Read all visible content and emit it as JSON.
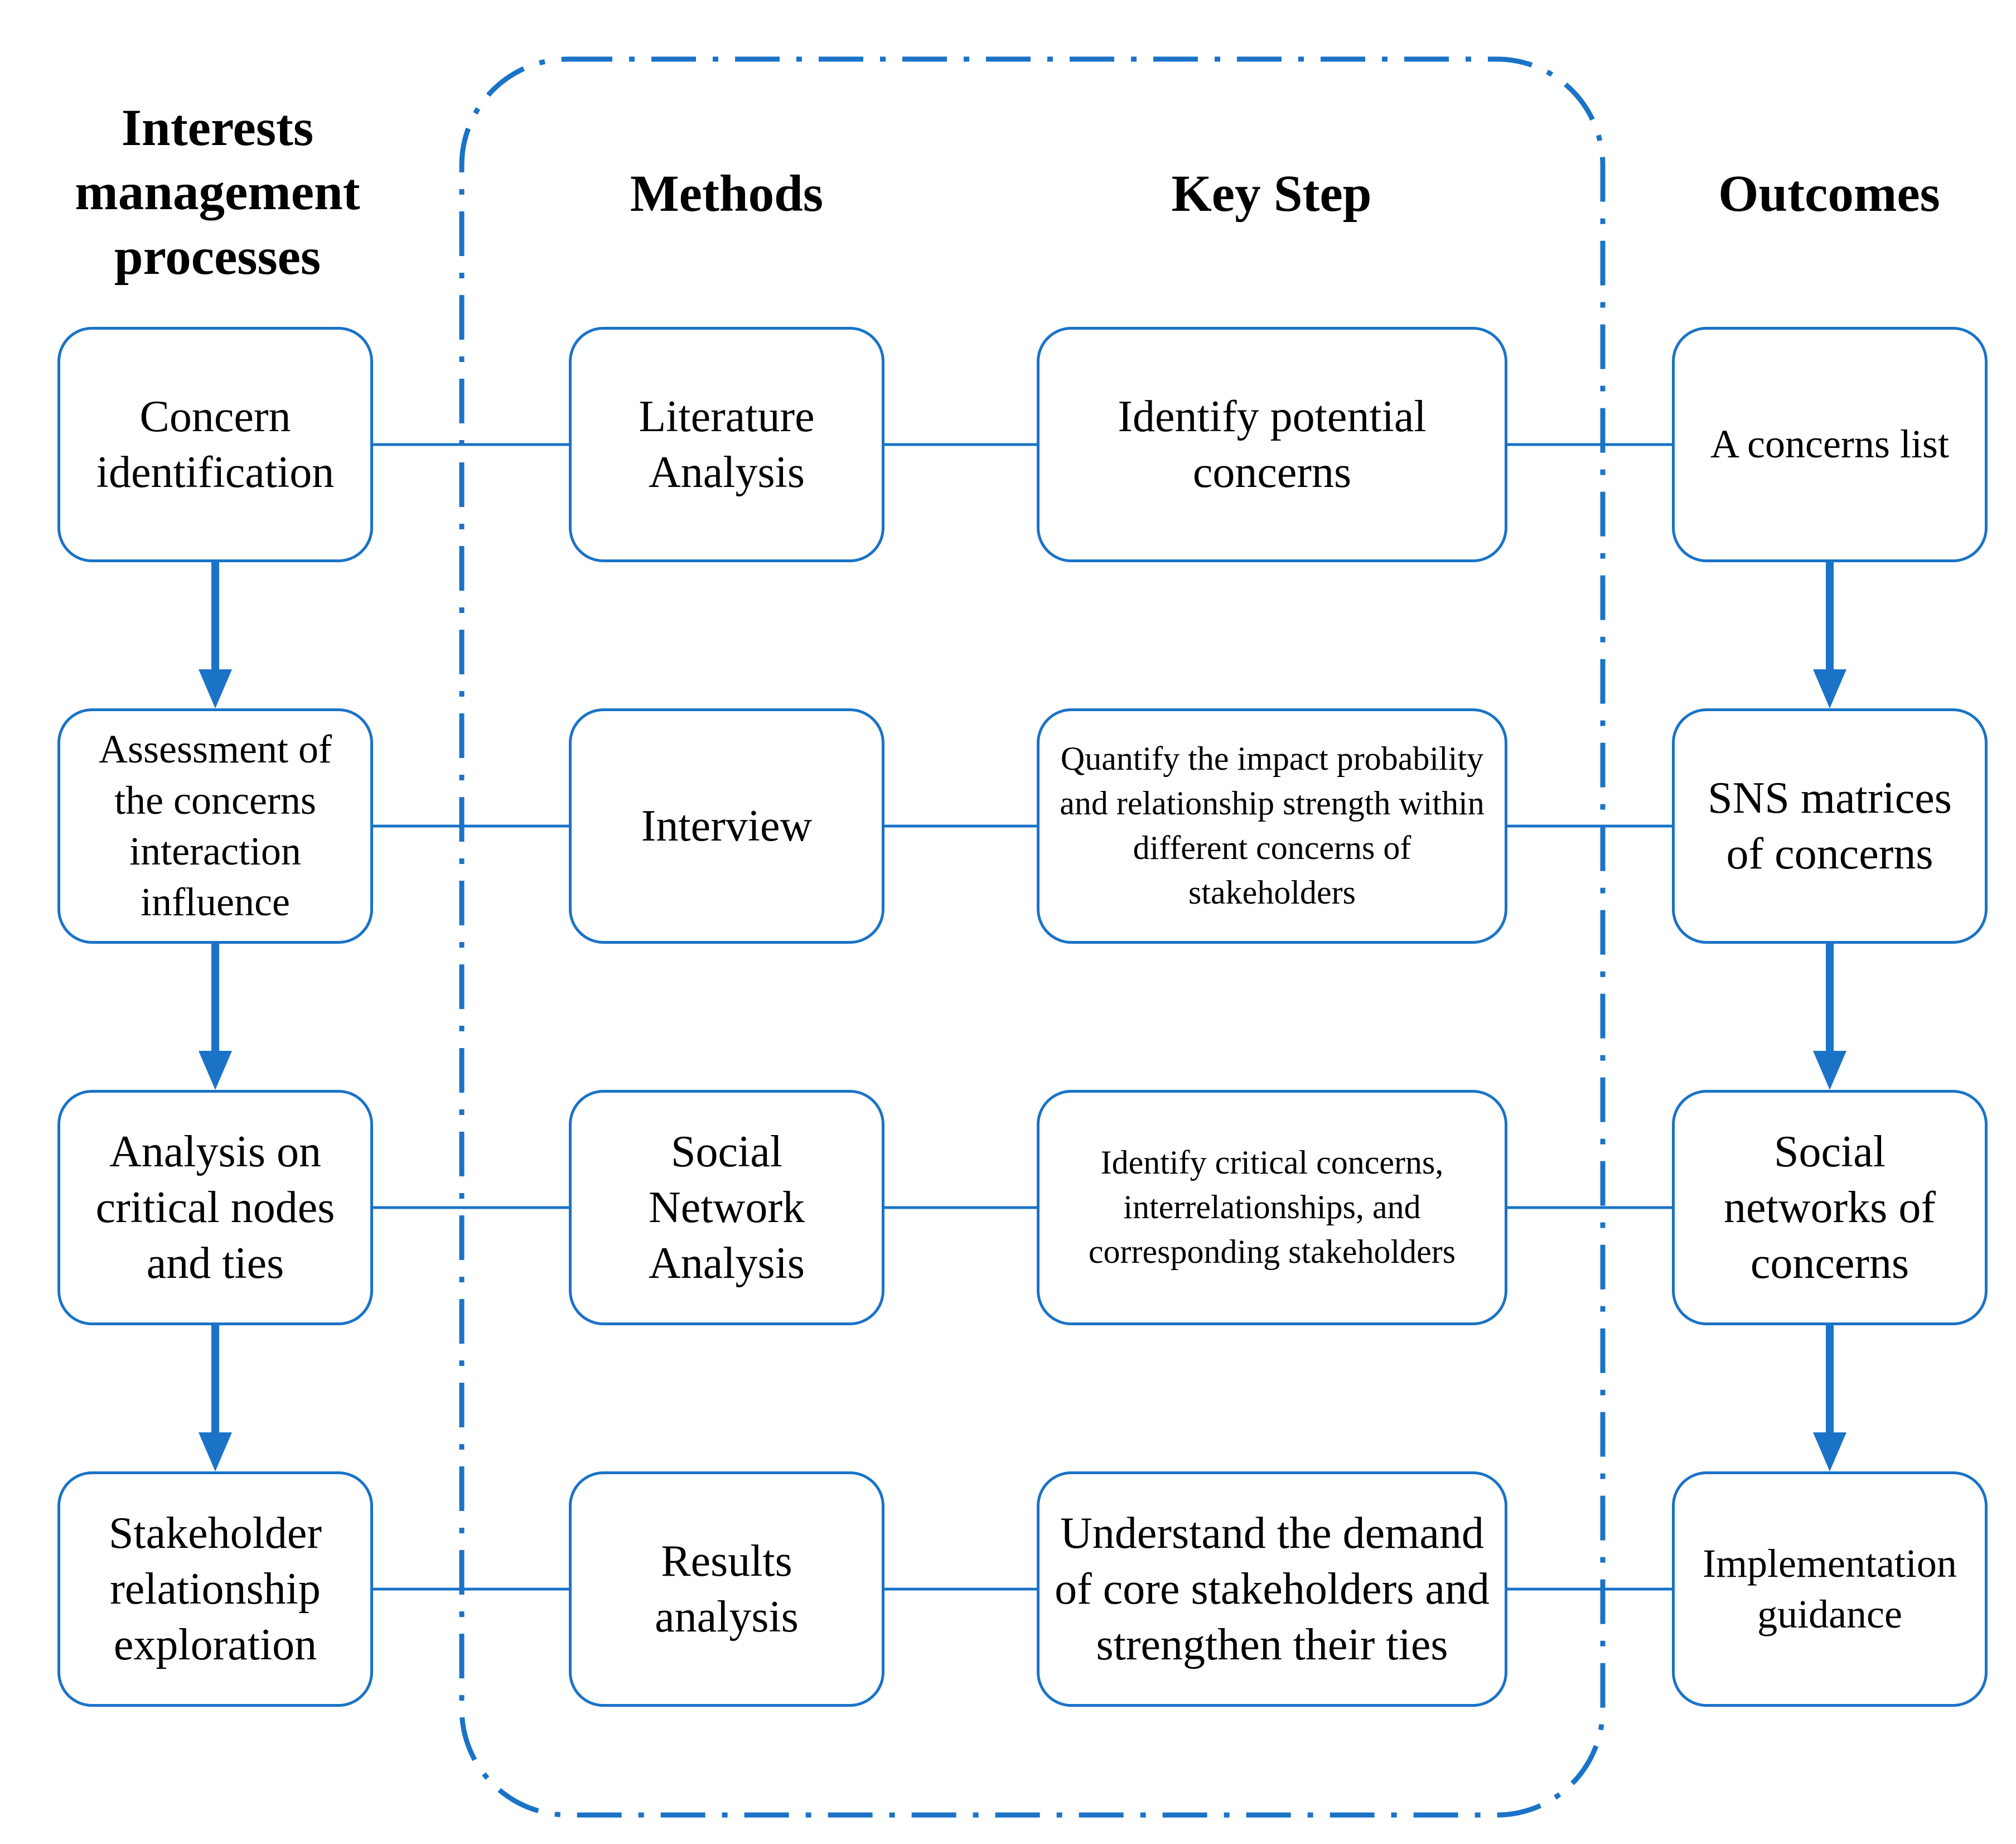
{
  "headers": {
    "processes": "Interests management processes",
    "methods": "Methods",
    "key_step": "Key Step",
    "outcomes": "Outcomes"
  },
  "processes": [
    "Concern identification",
    "Assessment of the concerns interaction influence",
    "Analysis on critical nodes and ties",
    "Stakeholder relationship exploration"
  ],
  "methods": [
    "Literature Analysis",
    "Interview",
    "Social Network Analysis",
    "Results analysis"
  ],
  "key_steps": [
    "Identify potential concerns",
    "Quantify the impact probability and relationship strength within different concerns of stakeholders",
    "Identify critical concerns, interrelationships, and corresponding stakeholders",
    "Understand the demand of core stakeholders and strengthen their ties"
  ],
  "outcomes": [
    "A concerns list",
    "SNS matrices of concerns",
    "Social networks of concerns",
    "Implementation guidance"
  ],
  "colors": {
    "accent": "#1a73c7"
  }
}
